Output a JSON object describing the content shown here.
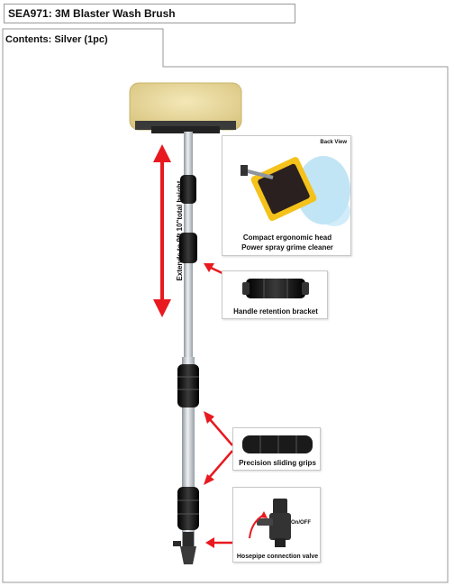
{
  "product": {
    "title": "SEA971: 3M Blaster Wash Brush",
    "contents_label": "Contents: Silver (1pc)"
  },
  "callouts": {
    "height_note": "Extends to 9ft 10\"total height",
    "back_view": "Back View",
    "head_line1": "Compact ergonomic head",
    "head_line2": "Power spray grime cleaner",
    "bracket": "Handle retention bracket",
    "grips": "Precision sliding grips",
    "switch": "On/OFF",
    "valve": "Hosepipe connection valve"
  },
  "colors": {
    "arrow": "#e8191f",
    "bristle": "#e9d9a0",
    "pole": "#c9ced4",
    "grip": "#1a1a1a",
    "accent_yellow": "#f4c21a",
    "water": "#8fd0ee"
  }
}
